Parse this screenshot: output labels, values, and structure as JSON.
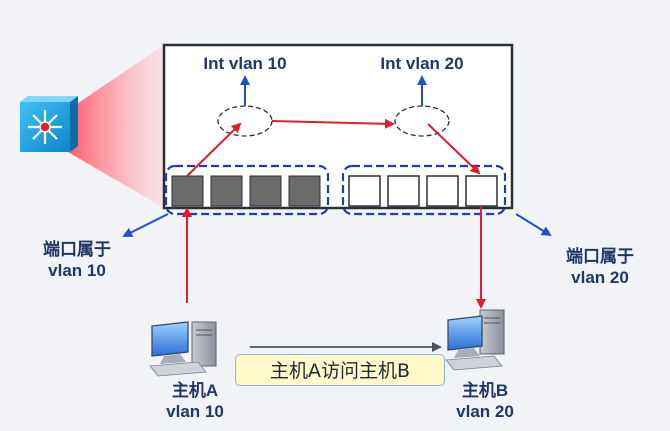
{
  "switch": {
    "svi_left": "Int vlan 10",
    "svi_right": "Int vlan 20"
  },
  "ports": {
    "left_label": [
      "端口属于",
      "vlan 10"
    ],
    "right_label": [
      "端口属于",
      "vlan 20"
    ]
  },
  "hosts": {
    "a": {
      "name": "主机A",
      "vlan": "vlan 10"
    },
    "b": {
      "name": "主机B",
      "vlan": "vlan 20"
    }
  },
  "flow_note": "主机A访问主机B",
  "colors": {
    "switch_border": "#2b2f3a",
    "dashed_group": "#1f3fa8",
    "flow_arrow": "#e11d2b",
    "svi_arrow": "#1f4fd0",
    "filled_port": "#6b6b6b",
    "icon_blue": "#1aa3e8"
  }
}
